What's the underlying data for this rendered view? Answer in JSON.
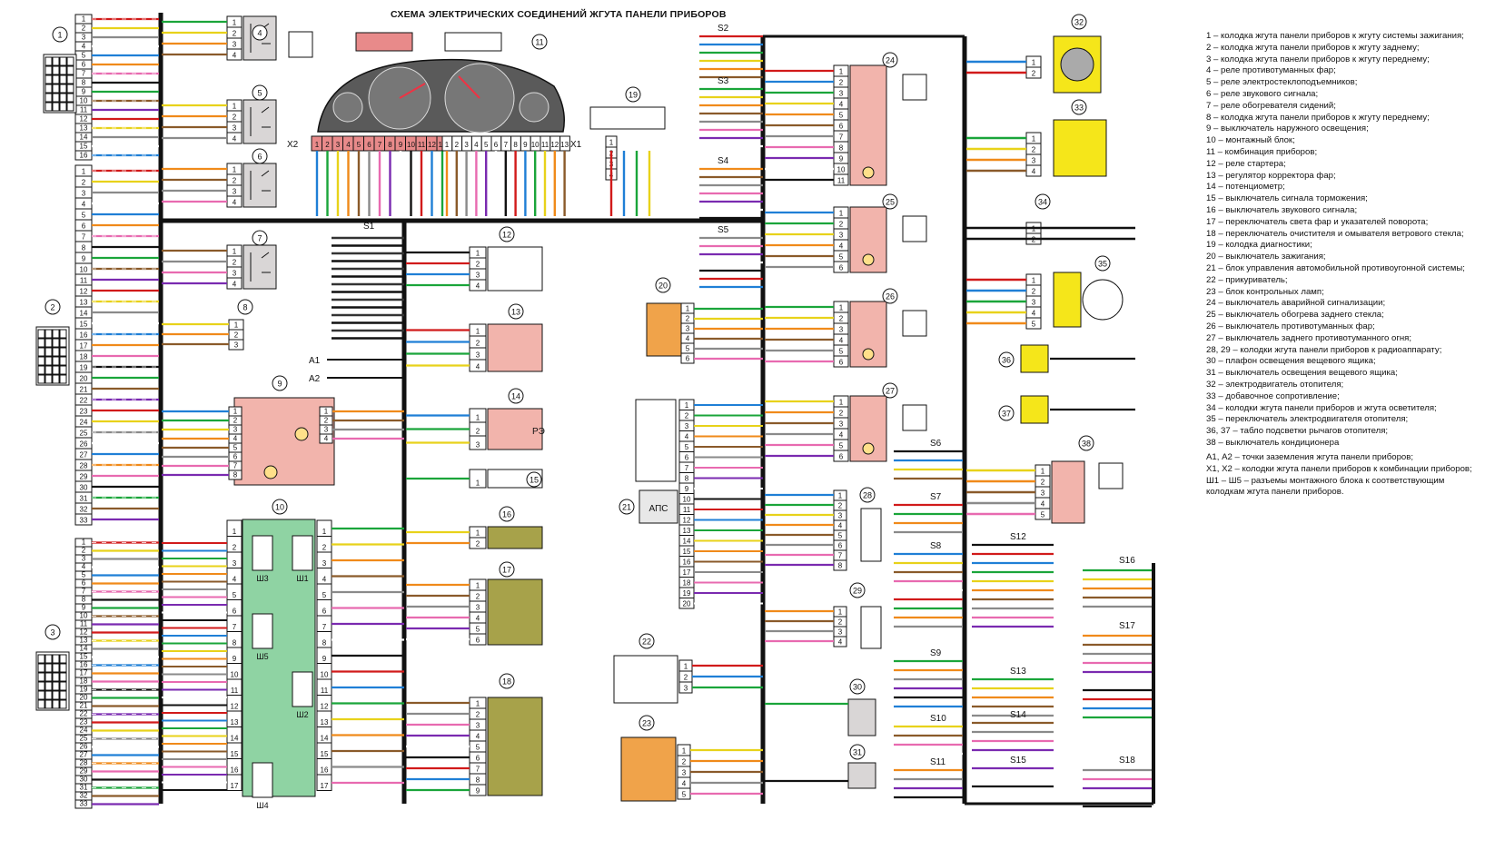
{
  "title": "СХЕМА ЭЛЕКТРИЧЕСКИХ СОЕДИНЕНИЙ ЖГУТА ПАНЕЛИ ПРИБОРОВ",
  "legend": [
    "1 – колодка жгута панели приборов к жгуту системы зажигания;",
    "2 – колодка жгута панели приборов к жгуту заднему;",
    "3 – колодка жгута панели приборов к жгуту переднему;",
    "4 – реле противотуманных фар;",
    "5 – реле электростеклоподъемников;",
    "6 – реле звукового сигнала;",
    "7 – реле обогревателя сидений;",
    "8 – колодка жгута панели приборов к жгуту переднему;",
    "9 – выключатель наружного освещения;",
    "10 – монтажный блок;",
    "11 – комбинация приборов;",
    "12 – реле стартера;",
    "13 – регулятор корректора фар;",
    "14 – потенциометр;",
    "15 – выключатель сигнала торможения;",
    "16 – выключатель звукового сигнала;",
    "17 – переключатель света фар и указателей поворота;",
    "18 – переключатель очистителя и омывателя ветрового стекла;",
    "19 – колодка диагностики;",
    "20 – выключатель зажигания;",
    "21 – блок управления автомобильной противоугонной системы;",
    "22 – прикуриватель;",
    "23 – блок контрольных ламп;",
    "24 – выключатель аварийной сигнализации;",
    "25 – выключатель обогрева заднего стекла;",
    "26 – выключатель противотуманных фар;",
    "27 – выключатель заднего противотуманного огня;",
    "28, 29 – колодки жгута панели приборов к радиоаппарату;",
    "30 – плафон освещения вещевого ящика;",
    "31 – выключатель освещения вещевого ящика;",
    "32 – электродвигатель отопителя;",
    "33 – добавочное сопротивление;",
    "34 – колодки жгута панели приборов и жгута осветителя;",
    "35 – переключатель электродвигателя отопителя;",
    "36, 37 – табло подсветки рычагов отопителя;",
    "38 – выключатель кондиционера"
  ],
  "notes": [
    "А1, А2 – точки заземления жгута панели приборов;",
    "Х1, Х2 – колодки жгута панели приборов к комбинации приборов;",
    "Ш1 – Ш5 – разъемы монтажного блока к соответствующим",
    "колодкам жгута панели приборов."
  ],
  "block_labels": {
    "aps": "АПС",
    "x1": "X1",
    "x2": "X2",
    "a1": "A1",
    "a2": "A2",
    "sh1": "Ш1",
    "sh2": "Ш2",
    "sh3": "Ш3",
    "sh4": "Ш4",
    "sh5": "Ш5",
    "re": "РЭ"
  },
  "bus_labels": [
    "S1",
    "S2",
    "S3",
    "S4",
    "S5",
    "S6",
    "S7",
    "S8",
    "S9",
    "S10",
    "S11",
    "S12",
    "S13",
    "S14",
    "S15",
    "S16",
    "S17",
    "S18"
  ],
  "callouts": [
    "1",
    "2",
    "3",
    "4",
    "5",
    "6",
    "7",
    "8",
    "9",
    "10",
    "11",
    "12",
    "13",
    "14",
    "15",
    "16",
    "17",
    "18",
    "19",
    "20",
    "21",
    "22",
    "23",
    "24",
    "25",
    "26",
    "27",
    "28",
    "29",
    "30",
    "31",
    "32",
    "33",
    "34",
    "35",
    "36",
    "37",
    "38"
  ],
  "colors": {
    "relay_red": "#f2b4ac",
    "relay_gray": "#d9d6d6",
    "mount_green": "#8fd3a3",
    "olive": "#a7a24a",
    "yellow": "#f5e61a",
    "ign_orange": "#f0a34a",
    "cluster_gray": "#5a5a5a",
    "pin_red": "#e88a8a",
    "wire_colors": [
      "#111111",
      "#d11a1a",
      "#1f7fd6",
      "#1aa53a",
      "#e8d21a",
      "#f08a1a",
      "#8a5a2a",
      "#8a8a8a",
      "#e86ab0",
      "#7a2ab0",
      "#ffffff"
    ]
  }
}
